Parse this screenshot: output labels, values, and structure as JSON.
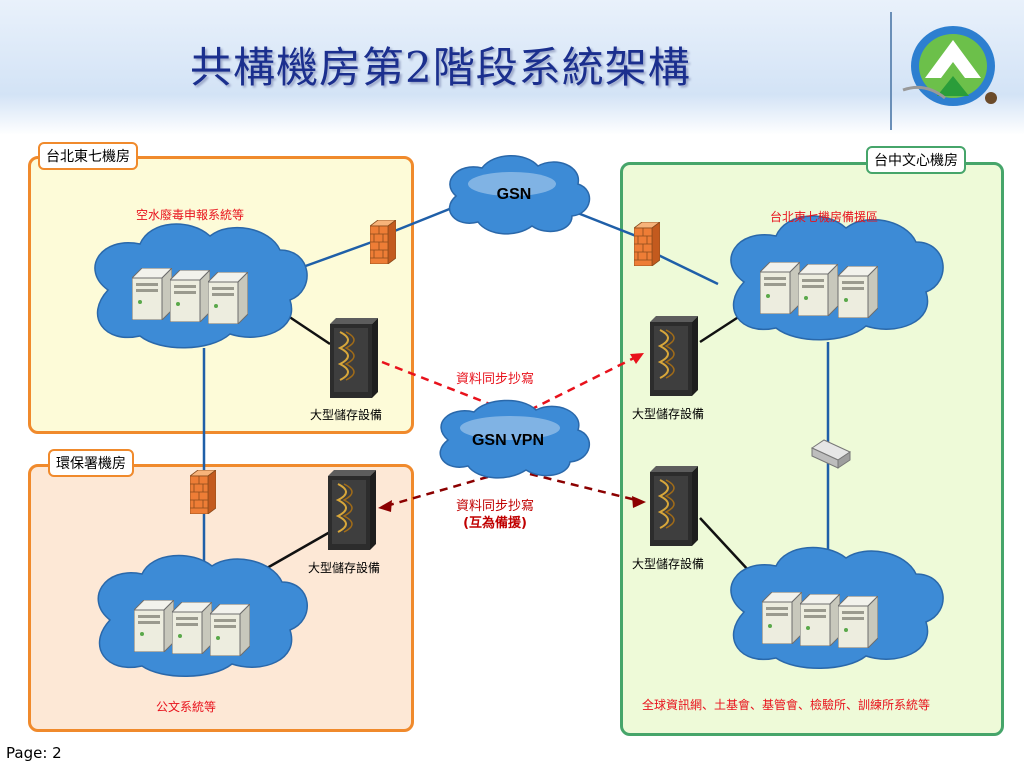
{
  "slide": {
    "title": "共構機房第2階段系統架構",
    "page_label": "Page: 2"
  },
  "regions": {
    "taipei": {
      "label": "台北東七機房",
      "border": "#f08a2c",
      "fill": "#fdfbd8"
    },
    "epa": {
      "label": "環保署機房",
      "border": "#f08a2c",
      "fill": "#fde8d6"
    },
    "taichung": {
      "label": "台中文心機房",
      "border": "#46a56a",
      "fill": "#eefad8"
    }
  },
  "clouds": {
    "gsn": "GSN",
    "gsn_vpn": "GSN VPN"
  },
  "labels": {
    "taipei_systems": "空水廢毒申報系統等",
    "backup_area": "台北東七機房備援區",
    "official_docs": "公文系統等",
    "taichung_systems": "全球資訊網、土基會、基管會、檢驗所、訓練所系統等",
    "storage": "大型儲存設備",
    "sync_write": "資料同步抄寫",
    "sync_write_backup_line1": "資料同步抄寫",
    "sync_write_backup_line2": "(互為備援)"
  },
  "colors": {
    "title": "#1b2f8e",
    "link_line": "#1f5fa8",
    "sync_red": "#e8121c",
    "sync_dark": "#8b0000",
    "cloud_fill": "#3d8bd6"
  }
}
